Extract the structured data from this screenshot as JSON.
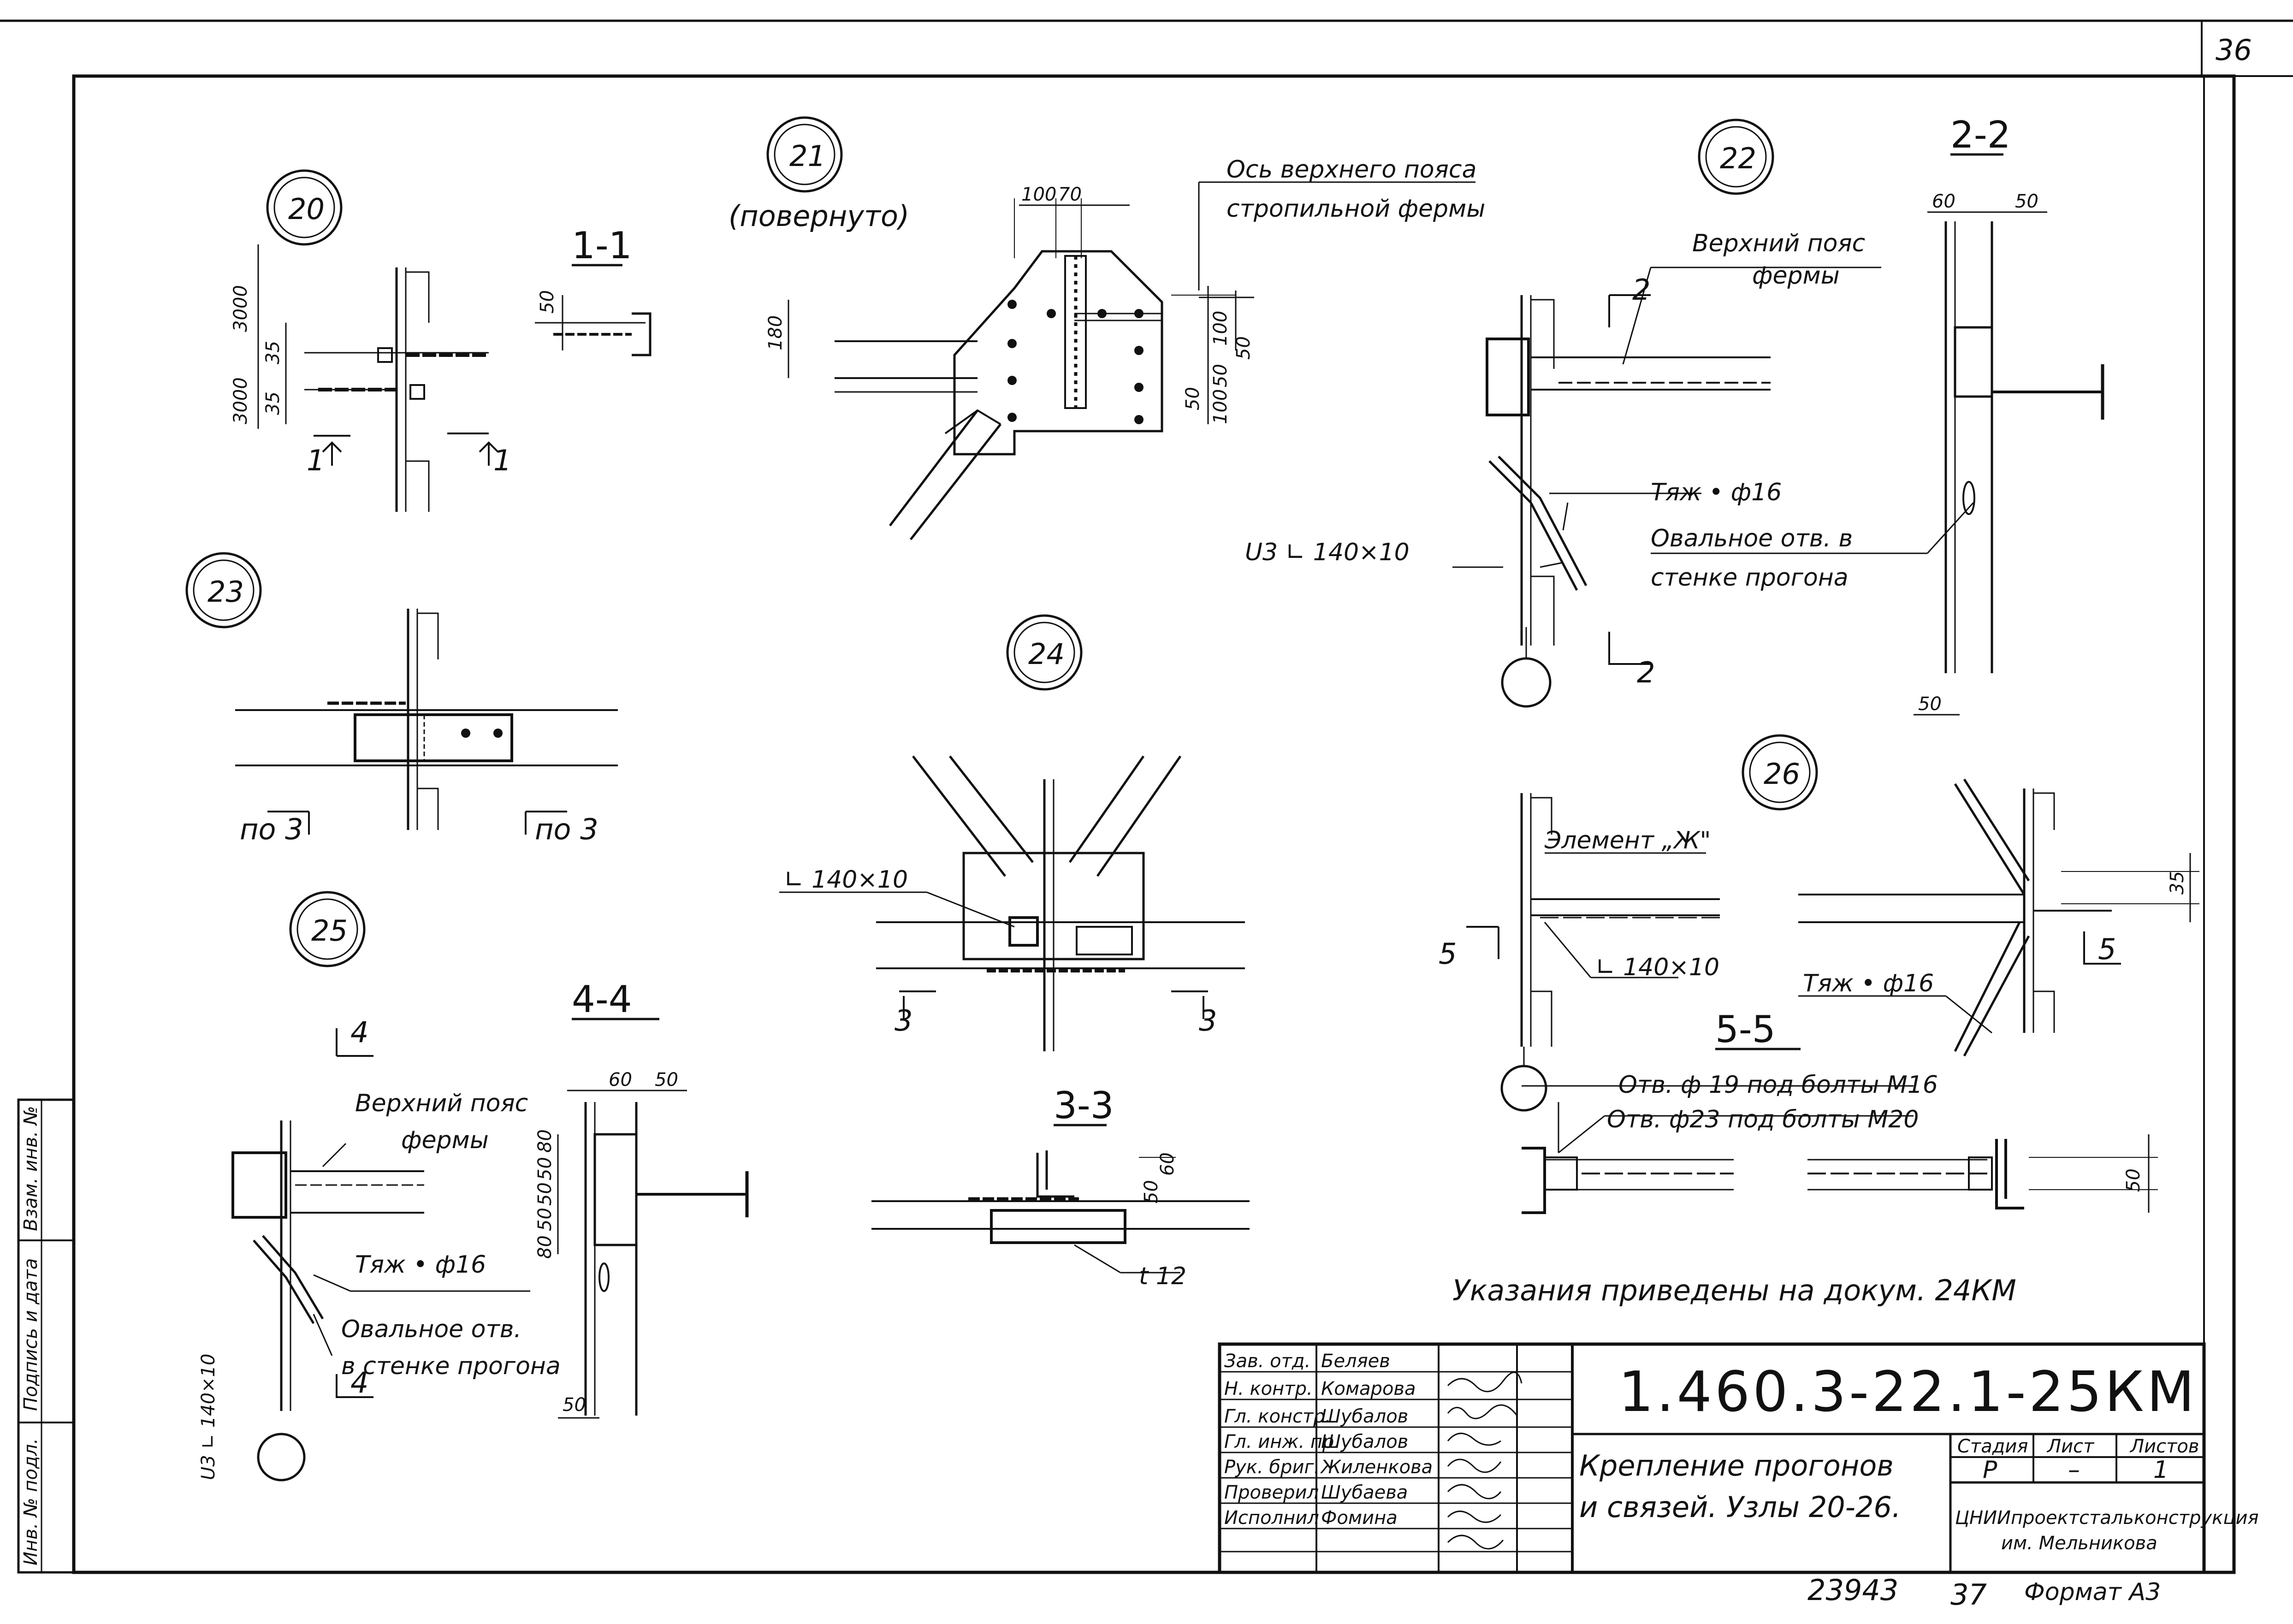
{
  "sheet": {
    "page_number": "36",
    "doc_code": "1.460.3-22.1-25КМ",
    "note": "Указания приведены на докум. 24КМ",
    "bottom_number": "23943",
    "bottom_page": "37",
    "format": "Формат А3"
  },
  "side_stamp": {
    "inv_podl": "Инв. № подл.",
    "podpis_data": "Подпись и дата",
    "vzam_inv": "Взам. инв. №"
  },
  "title_block": {
    "title_line1": "Крепление прогонов",
    "title_line2": "и связей. Узлы 20-26.",
    "stage_header": "Стадия",
    "sheet_header": "Лист",
    "sheets_header": "Листов",
    "stage": "Р",
    "sheet": "–",
    "sheets": "1",
    "org_line1": "ЦНИИпроектстальконструкция",
    "org_line2": "им. Мельникова",
    "roles": [
      {
        "role": "Зав. отд.",
        "name": "Беляев"
      },
      {
        "role": "Н. контр.",
        "name": "Комарова"
      },
      {
        "role": "Гл. констр.",
        "name": "Шубалов"
      },
      {
        "role": "Гл. инж. пр.",
        "name": "Шубалов"
      },
      {
        "role": "Рук. бриг.",
        "name": "Жиленкова"
      },
      {
        "role": "Проверил",
        "name": "Шубаева"
      },
      {
        "role": "Исполнил",
        "name": "Фомина"
      }
    ]
  },
  "nodes": {
    "n20": "20",
    "n21": "21",
    "n22": "22",
    "n23": "23",
    "n24": "24",
    "n25": "25",
    "n26": "26",
    "rotated": "(повернуто)"
  },
  "sections": {
    "s11": "1-1",
    "s22": "2-2",
    "s33": "3-3",
    "s44": "4-4",
    "s55": "5-5"
  },
  "cut_marks": {
    "m1a": "1",
    "m1b": "1",
    "m2a": "2",
    "m2b": "2",
    "m3a": "по 3",
    "m3b": "по 3",
    "m3c": "3",
    "m3d": "3",
    "m4a": "4",
    "m4b": "4",
    "m5a": "5",
    "m5b": "5"
  },
  "labels": {
    "axis_top_chord": "Ось верхнего пояса",
    "axis_top_chord2": "стропильной фермы",
    "top_chord_22a": "Верхний пояс",
    "top_chord_22b": "фермы",
    "tie_22": "Тяж • ф16",
    "oval_22a": "Овальное отв. в",
    "oval_22b": "стенке прогона",
    "angle_22": "U3 ∟ 140×10",
    "angle_24": "∟ 140×10",
    "element_zh": "Элемент „Ж\"",
    "angle_26": "∟ 140×10",
    "tie_26": "Тяж • ф16",
    "hole_19": "Отв. ф 19 под болты М16",
    "hole_23": "Отв. ф23 под болты М20",
    "top_chord_25a": "Верхний пояс",
    "top_chord_25b": "фермы",
    "tie_25": "Тяж • ф16",
    "oval_25a": "Овальное отв.",
    "oval_25b": "в стенке прогона",
    "angle_25": "U3 ∟ 140×10",
    "plate_t12": "t 12"
  },
  "dims": {
    "d3000a": "3000",
    "d3000b": "3000",
    "d35a": "35",
    "d35b": "35",
    "d50_11": "50",
    "d100a": "100",
    "d70": "70",
    "d180": "180",
    "d100b": "100",
    "d50b": "50",
    "d100c": "100",
    "d50c": "50",
    "d50d": "50",
    "d60_22": "60",
    "d50_22": "50",
    "d50_22b": "50",
    "d35_26": "35",
    "d50_55": "50",
    "d50_33": "50",
    "d60_33": "60",
    "d60_44": "60",
    "d50_44": "50",
    "d80a": "80",
    "d50_44a": "50",
    "d50_44b": "50",
    "d50_44c": "50",
    "d80b": "80",
    "d50_44d": "50"
  }
}
